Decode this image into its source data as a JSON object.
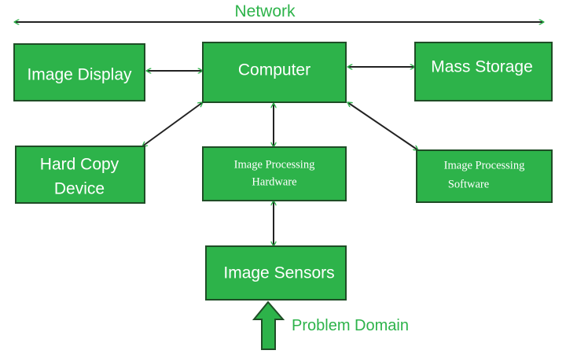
{
  "title": "Network",
  "boxes": {
    "image_display": [
      "Image Display"
    ],
    "computer": [
      "Computer"
    ],
    "mass_storage": [
      "Mass Storage"
    ],
    "hard_copy_device": [
      "Hard Copy",
      "Device"
    ],
    "ip_hardware": [
      "Image Processing",
      "Hardware"
    ],
    "ip_software": [
      "Image Processing",
      "Software"
    ],
    "image_sensors": [
      "Image Sensors"
    ]
  },
  "problem_domain_label": "Problem Domain",
  "colors": {
    "box_fill": "#2db34a",
    "box_border": "#1f4d26",
    "accent_text": "#2db34a",
    "connector": "#222222",
    "arrowhead": "#2db34a"
  }
}
